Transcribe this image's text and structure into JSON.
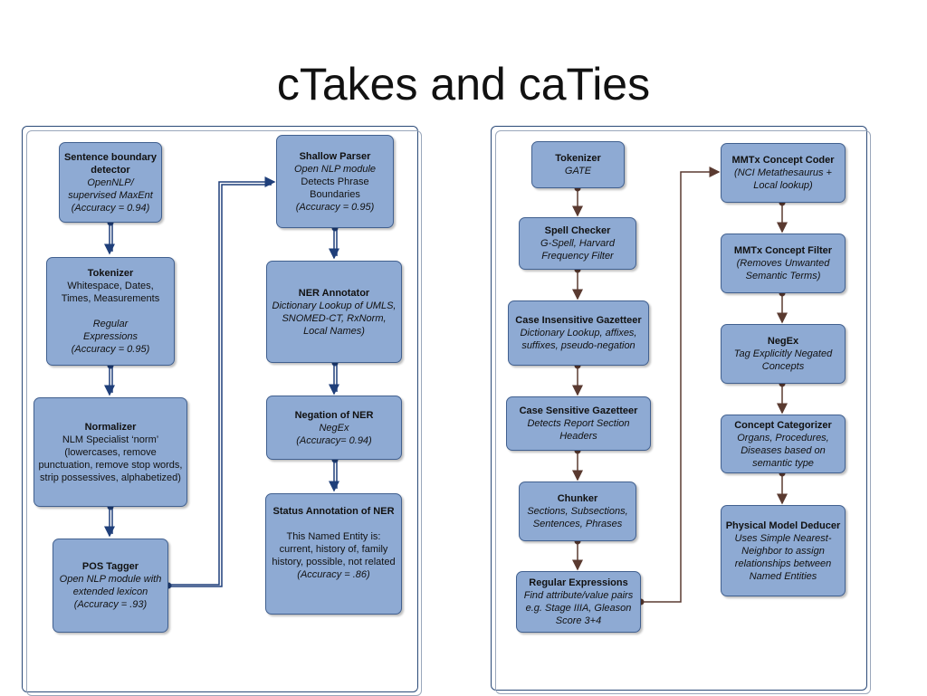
{
  "slide": {
    "title": "cTakes and caTies"
  },
  "ctakes": {
    "sentence": {
      "title": "Sentence boundary detector",
      "detail": "OpenNLP/ supervised MaxEnt",
      "accuracy": "(Accuracy = 0.94)"
    },
    "tokenizer": {
      "title": "Tokenizer",
      "line1": "Whitespace, Dates,",
      "line2": "Times, Measurements",
      "method": "Regular Expressions",
      "accuracy": "(Accuracy = 0.95)"
    },
    "normalizer": {
      "title": "Normalizer",
      "line1": "NLM Specialist ‘norm’",
      "line2": "(lowercases, remove punctuation, remove stop words, strip possessives, alphabetized)"
    },
    "pos": {
      "title": "POS Tagger",
      "detail": "Open NLP module with extended lexicon",
      "accuracy": "(Accuracy = .93)"
    },
    "shallow": {
      "title": "Shallow Parser",
      "detail": "Open NLP module",
      "line": "Detects Phrase Boundaries",
      "accuracy": "(Accuracy = 0.95)"
    },
    "ner": {
      "title": "NER Annotator",
      "detail": "Dictionary Lookup of UMLS, SNOMED-CT, RxNorm, Local Names)"
    },
    "negation": {
      "title": "Negation of NER",
      "detail": "NegEx",
      "accuracy": "(Accuracy= 0.94)"
    },
    "status": {
      "title": "Status Annotation of NER",
      "line": "This Named Entity  is: current, history of, family history, possible, not related",
      "accuracy": "(Accuracy  = .86)"
    }
  },
  "caties": {
    "tokenizer": {
      "title": "Tokenizer",
      "detail": "GATE"
    },
    "spell": {
      "title": "Spell Checker",
      "detail": "G-Spell, Harvard Frequency Filter"
    },
    "case_ins": {
      "title": "Case Insensitive Gazetteer",
      "detail": "Dictionary Lookup, affixes, suffixes, pseudo-negation"
    },
    "case_sens": {
      "title": "Case  Sensitive Gazetteer",
      "detail": "Detects Report Section Headers"
    },
    "chunker": {
      "title": "Chunker",
      "detail": "Sections, Subsections, Sentences, Phrases"
    },
    "regex": {
      "title": "Regular Expressions",
      "detail": "Find attribute/value pairs e.g. Stage IIIA, Gleason Score 3+4"
    },
    "mmtx_coder": {
      "title": "MMTx Concept Coder",
      "detail": "(NCI Metathesaurus + Local lookup)"
    },
    "mmtx_filter": {
      "title": "MMTx Concept Filter",
      "detail": "(Removes Unwanted Semantic Terms)"
    },
    "negex": {
      "title": "NegEx",
      "detail": "Tag Explicitly Negated Concepts"
    },
    "categorizer": {
      "title": "Concept Categorizer",
      "detail": "Organs, Procedures, Diseases based on semantic type"
    },
    "deducer": {
      "title": "Physical Model Deducer",
      "detail": "Uses Simple Nearest-Neighbor to assign relationships between Named Entities"
    }
  },
  "colors": {
    "node_fill": "#8eaad3",
    "node_border": "#41608f",
    "ctakes_arrow": "#1f3f7a",
    "caties_arrow": "#5a3a30"
  }
}
